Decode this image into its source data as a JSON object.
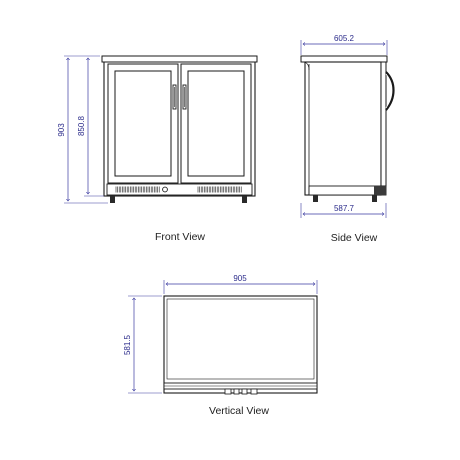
{
  "colors": {
    "outline": "#1a1a1a",
    "dimension": "#3a3aa0",
    "dimension_text": "#2b2b8a",
    "caption": "#222222"
  },
  "front_view": {
    "caption": "Front View",
    "dim_total_height": "903",
    "dim_body_height": "850.8"
  },
  "side_view": {
    "caption": "Side View",
    "dim_top_depth": "605.2",
    "dim_bottom_depth": "587.7"
  },
  "vertical_view": {
    "caption": "Vertical View",
    "dim_width": "905",
    "dim_depth": "581.5"
  }
}
